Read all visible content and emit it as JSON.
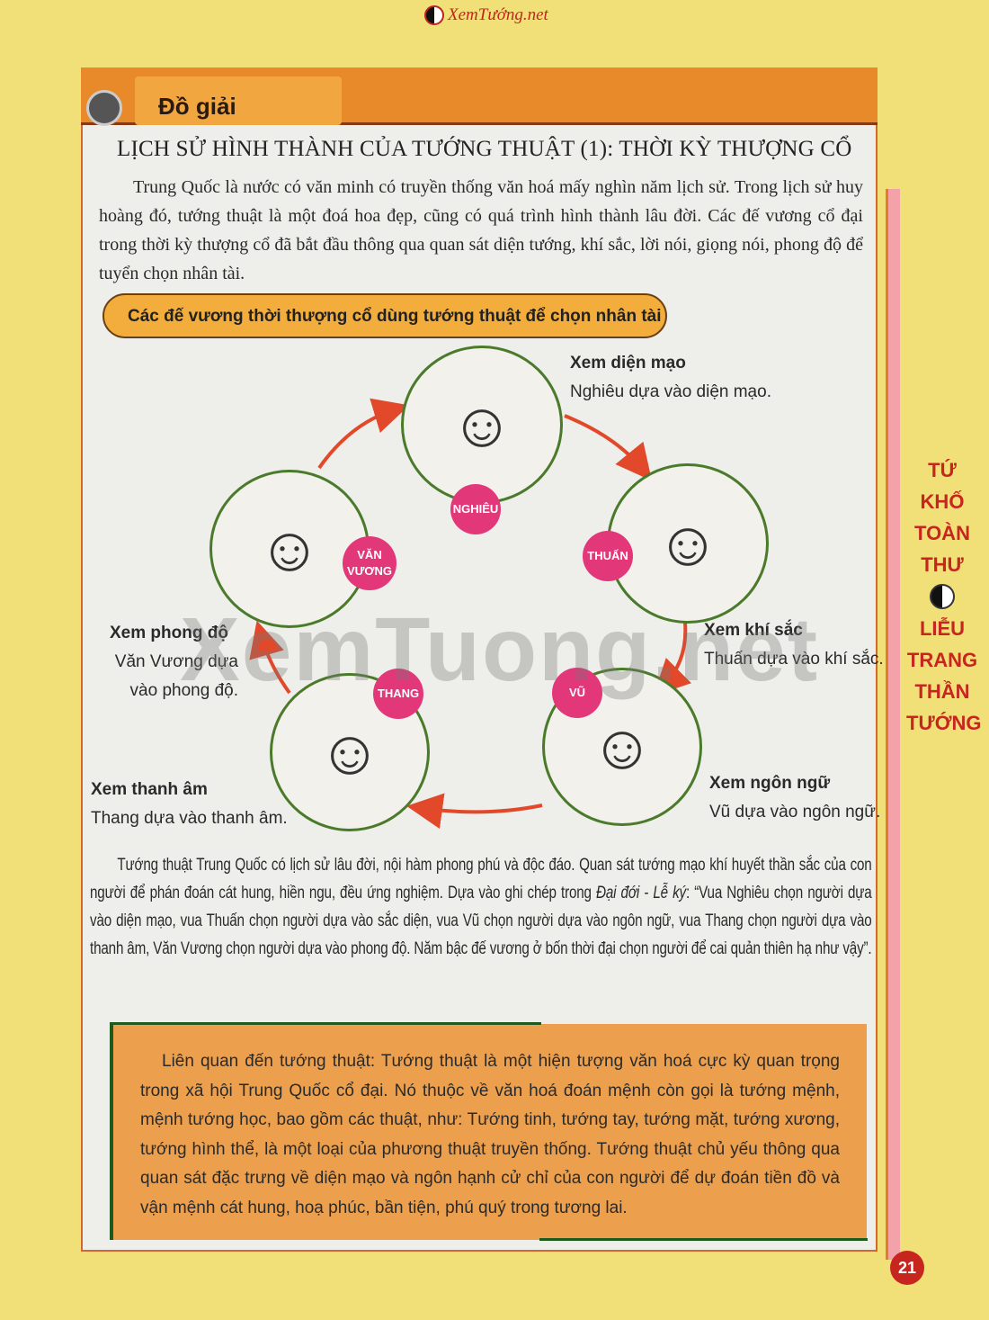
{
  "site_logo": "XemTướng.net",
  "header": {
    "label": "Đồ giải"
  },
  "title": "LỊCH SỬ HÌNH THÀNH CỦA TƯỚNG THUẬT (1): THỜI KỲ THƯỢNG CỔ",
  "intro": "Trung Quốc là nước có văn minh có truyền thống văn hoá mấy nghìn năm lịch sử. Trong lịch sử huy hoàng đó, tướng thuật là một đoá hoa đẹp, cũng có quá trình hình thành lâu đời. Các đế vương cổ đại trong thời kỳ thượng cổ đã bắt đầu thông qua quan sát diện tướng, khí sắc, lời nói, giọng nói, phong độ để tuyển chọn nhân tài.",
  "diagram": {
    "heading": "Các đế vương thời thượng cổ dùng tướng thuật để chọn nhân tài",
    "kings": [
      {
        "name": "NGHIÊU",
        "caption_title": "Xem diện mạo",
        "caption_text": "Nghiêu dựa vào diện mạo."
      },
      {
        "name": "THUẤN",
        "caption_title": "Xem khí sắc",
        "caption_text": "Thuấn dựa vào khí sắc."
      },
      {
        "name": "VŨ",
        "caption_title": "Xem ngôn ngữ",
        "caption_text": "Vũ dựa vào ngôn ngữ."
      },
      {
        "name": "THANG",
        "caption_title": "Xem thanh âm",
        "caption_text": "Thang dựa vào thanh âm."
      },
      {
        "name": "VĂN VƯƠNG",
        "caption_title": "Xem phong độ",
        "caption_text": "Văn Vương dựa vào phong độ."
      }
    ]
  },
  "body": {
    "before": "Tướng thuật Trung Quốc có lịch sử lâu đời, nội hàm phong phú và độc đáo. Quan sát tướng mạo khí huyết thần sắc của con người để phán đoán cát hung, hiền ngu, đều ứng nghiệm. Dựa vào ghi chép trong ",
    "source": "Đại đới - Lễ ký",
    "after": ": “Vua Nghiêu chọn người dựa vào diện mạo, vua Thuấn chọn người dựa vào sắc diện, vua Vũ chọn người dựa vào ngôn ngữ, vua Thang chọn người dựa vào thanh âm, Văn Vương chọn người dựa vào phong độ. Năm bậc đế vương ở bốn thời đại chọn người để cai quản thiên hạ như vậy”."
  },
  "note": "Liên quan đến tướng thuật: Tướng thuật là một hiện tượng văn hoá cực kỳ quan trọng trong xã hội Trung Quốc cổ đại. Nó thuộc về văn hoá đoán mệnh còn gọi là tướng mệnh, mệnh tướng học, bao gồm các thuật, như: Tướng tinh, tướng tay, tướng mặt, tướng xương, tướng hình thể, là một loại của phương thuật truyền thống. Tướng thuật chủ yếu thông qua quan sát đặc trưng về diện mạo và ngôn hạnh cử chỉ của con người để dự đoán tiền đồ và vận mệnh cát hung, hoạ phúc, bần tiện, phú quý trong tương lai.",
  "side": {
    "lines": [
      "TỨ",
      "KHỐ",
      "TOÀN",
      "THƯ"
    ],
    "lines2": [
      "LIỄU",
      "TRANG",
      "THẦN",
      "TƯỚNG"
    ]
  },
  "page_number": "21",
  "watermark": "XemTuong.net"
}
